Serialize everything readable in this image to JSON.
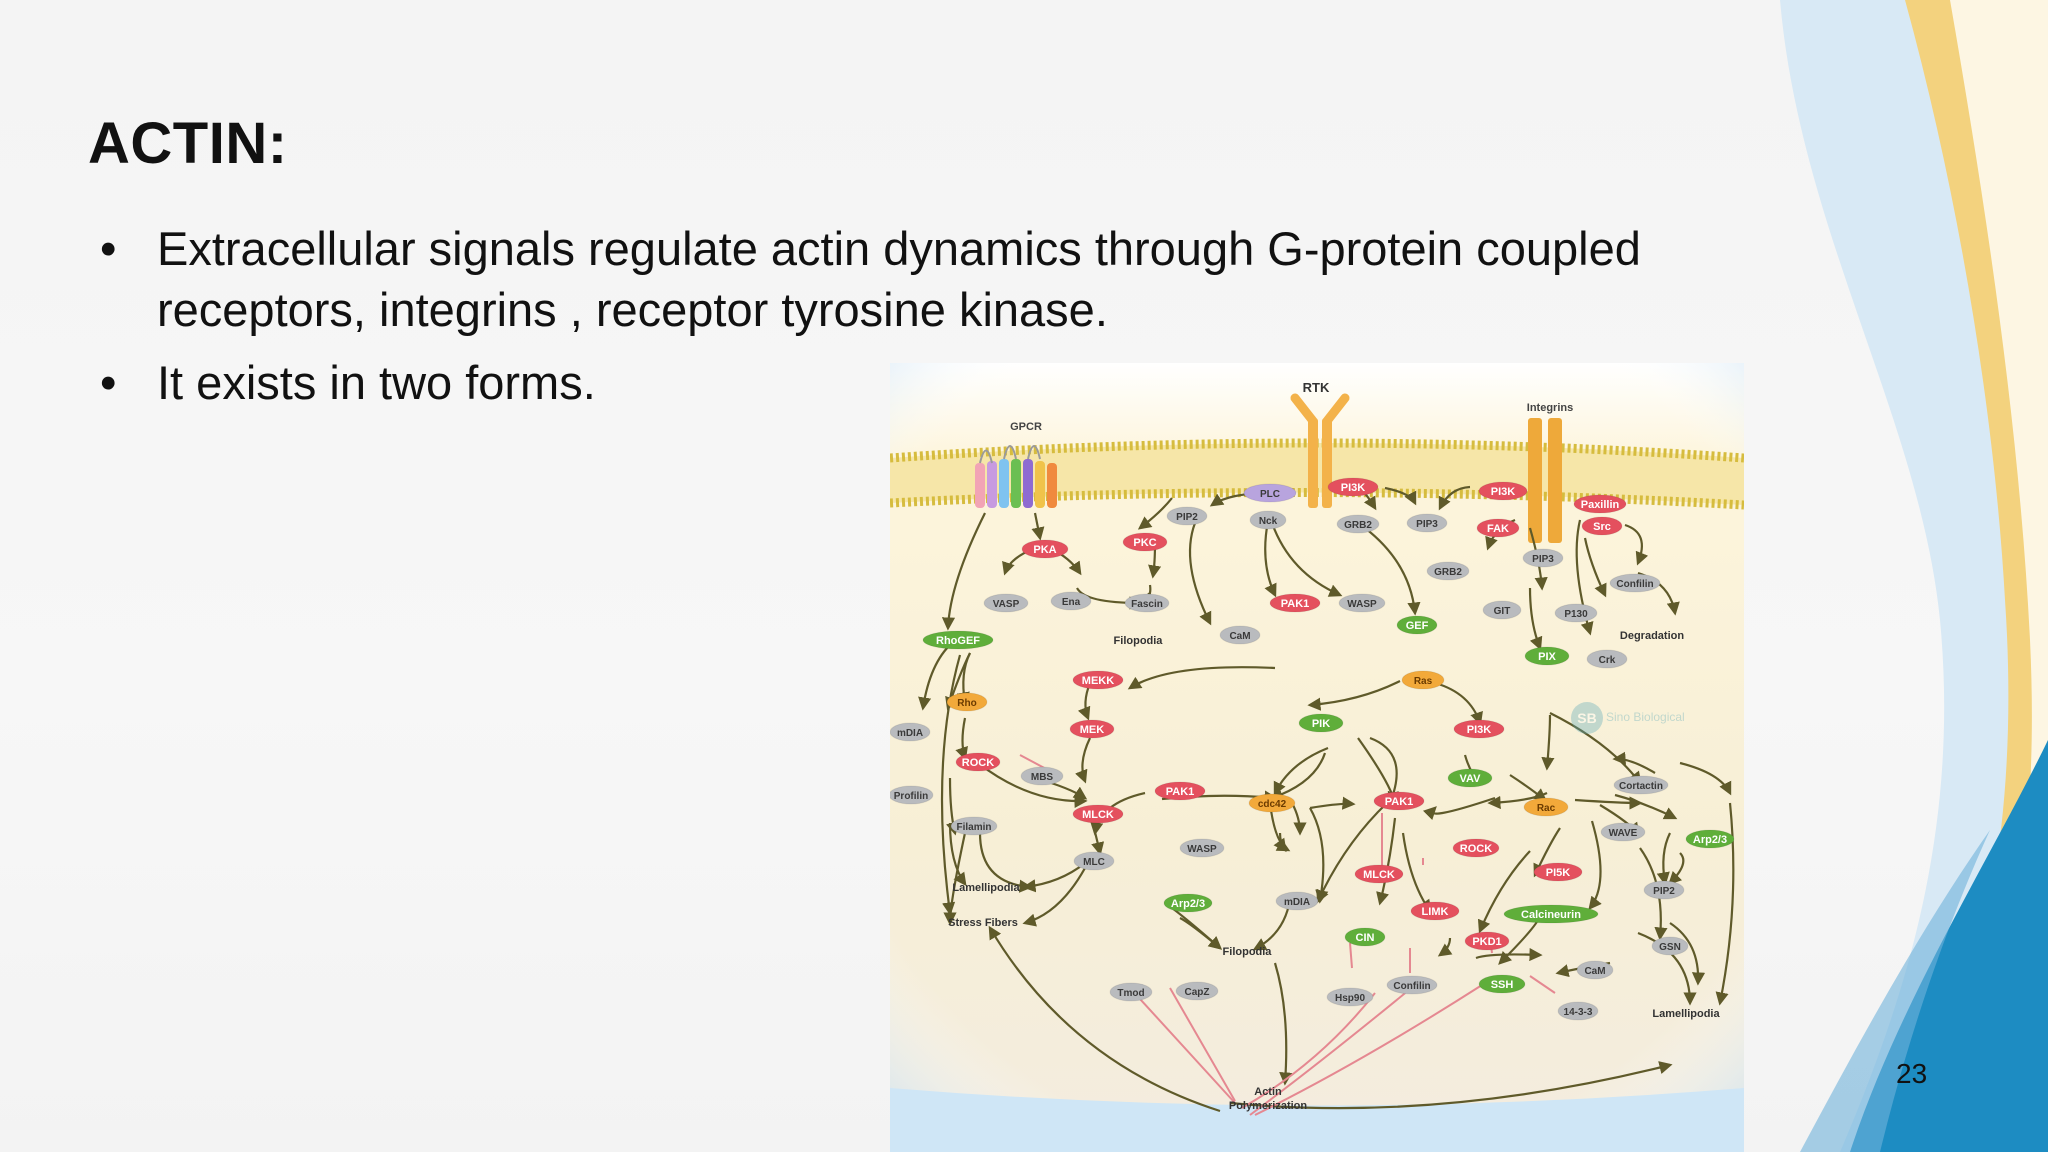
{
  "slide": {
    "title": "ACTIN:",
    "bullets": [
      "Extracellular signals regulate actin dynamics through G-protein coupled receptors, integrins , receptor tyrosine kinase.",
      "It exists in two forms."
    ],
    "bullet_symbol": "•",
    "page_number": "23"
  },
  "diagram": {
    "labels": {
      "rtk": "RTK",
      "gpcr": "GPCR",
      "integrins": "Integrins",
      "filopodia": "Filopodia",
      "degradation": "Degradation",
      "lamellipodia": "Lamellipodia",
      "stress_fibers": "Stress Fibers",
      "actin_polymerization_1": "Actin",
      "actin_polymerization_2": "Polymerization",
      "watermark_logo": "SB",
      "watermark": "Sino Biological"
    },
    "nodes": {
      "plc": "PLC",
      "pi3k_a": "PI3K",
      "pi3k_b": "PI3K",
      "paxillin": "Paxillin",
      "fak": "FAK",
      "src": "Src",
      "pip2_a": "PIP2",
      "nck": "Nck",
      "grb2_a": "GRB2",
      "pip3_a": "PIP3",
      "grb2_b": "GRB2",
      "pip3_b": "PIP3",
      "pka": "PKA",
      "pkc": "PKC",
      "confilin_a": "Confilin",
      "vasp": "VASP",
      "ena": "Ena",
      "fascin": "Fascin",
      "pak1_a": "PAK1",
      "wasp_a": "WASP",
      "git": "GIT",
      "p130": "P130",
      "gef": "GEF",
      "cam_a": "CaM",
      "rhogef": "RhoGEF",
      "pix": "PIX",
      "crk": "Crk",
      "mekk": "MEKK",
      "ras": "Ras",
      "rho": "Rho",
      "mek": "MEK",
      "pik": "PIK",
      "pi3k_c": "PI3K",
      "mdia_a": "mDIA",
      "rock_a": "ROCK",
      "mbs": "MBS",
      "profilin": "Profilin",
      "pak1_b": "PAK1",
      "cdc42": "cdc42",
      "pak1_c": "PAK1",
      "vav": "VAV",
      "rac": "Rac",
      "cortactin": "Cortactin",
      "mlck_a": "MLCK",
      "filamin": "Filamin",
      "wasp_b": "WASP",
      "wave": "WAVE",
      "arp23_a": "Arp2/3",
      "mlc": "MLC",
      "rock_b": "ROCK",
      "pi5k": "PI5K",
      "mlck_b": "MLCK",
      "pip2_b": "PIP2",
      "arp23_b": "Arp2/3",
      "mdia_b": "mDIA",
      "limk": "LIMK",
      "calcineurin": "Calcineurin",
      "cin": "CIN",
      "pkd1": "PKD1",
      "gsn": "GSN",
      "cam_b": "CaM",
      "confilin_b": "Confilin",
      "ssh": "SSH",
      "tmod": "Tmod",
      "capz": "CapZ",
      "hsp90": "Hsp90",
      "p1433": "14-3-3"
    }
  },
  "colors": {
    "red": "#e4505e",
    "grey": "#b9bbbe",
    "green": "#5fae3a",
    "orange": "#f2a93a",
    "purple": "#b8a4de",
    "membrane": "#d9c352",
    "arrow": "#5f5a2a",
    "inhibit": "#e58891",
    "diagram_bg": "#f6efd4",
    "diagram_edge": "#cfe4f5",
    "wave_yellow": "#f4d98a",
    "wave_blue": "#1d8cc2",
    "wave_light": "#cde4f3"
  }
}
